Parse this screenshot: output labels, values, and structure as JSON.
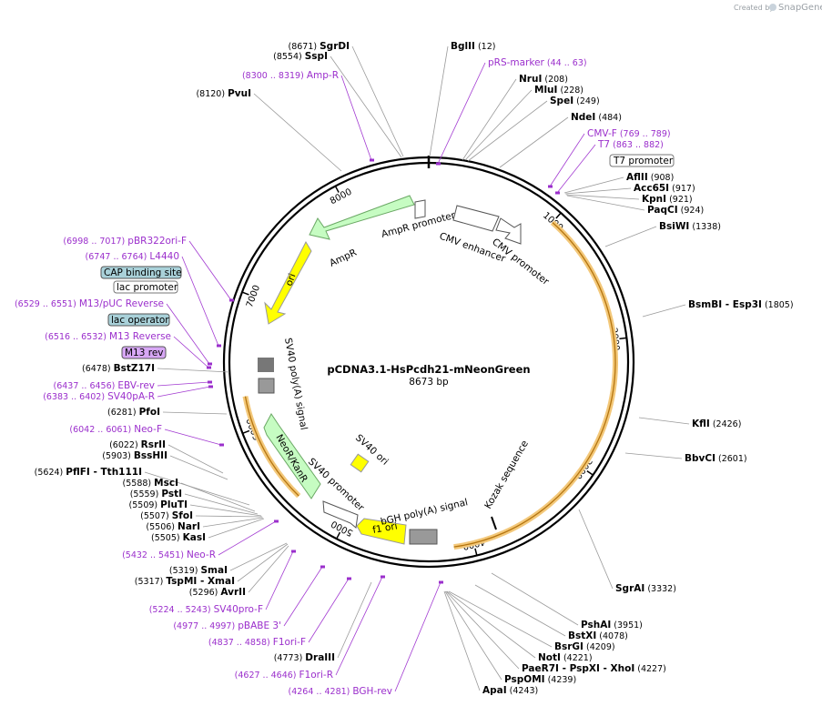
{
  "branding": {
    "created_by": "Created by",
    "product": "SnapGene"
  },
  "plasmid": {
    "name": "pCDNA3.1-HsPcdh21-mNeonGreen",
    "size_label": "8673 bp",
    "length": 8673
  },
  "ticks": [
    "1000",
    "2000",
    "3000",
    "4000",
    "5000",
    "6000",
    "7000",
    "8000"
  ],
  "enzymes": [
    {
      "name": "SgrDI",
      "pos": "(8671)"
    },
    {
      "name": "BglII",
      "pos": "(12)"
    },
    {
      "name": "SspI",
      "pos": "(8554)"
    },
    {
      "name": "PvuI",
      "pos": "(8120)"
    },
    {
      "name": "NruI",
      "pos": "(208)"
    },
    {
      "name": "MluI",
      "pos": "(228)"
    },
    {
      "name": "SpeI",
      "pos": "(249)"
    },
    {
      "name": "NdeI",
      "pos": "(484)"
    },
    {
      "name": "AflII",
      "pos": "(908)"
    },
    {
      "name": "Acc65I",
      "pos": "(917)"
    },
    {
      "name": "KpnI",
      "pos": "(921)"
    },
    {
      "name": "PaqCI",
      "pos": "(924)"
    },
    {
      "name": "BsiWI",
      "pos": "(1338)"
    },
    {
      "name": "BsmBI",
      "name2": "- Esp3I",
      "pos": "(1805)"
    },
    {
      "name": "KflI",
      "pos": "(2426)"
    },
    {
      "name": "BbvCI",
      "pos": "(2601)"
    },
    {
      "name": "SgrAI",
      "pos": "(3332)"
    },
    {
      "name": "PshAI",
      "pos": "(3951)"
    },
    {
      "name": "BstXI",
      "pos": "(4078)"
    },
    {
      "name": "BsrGI",
      "pos": "(4209)"
    },
    {
      "name": "NotI",
      "pos": "(4221)"
    },
    {
      "name": "PaeR7I",
      "name2": "- PspXI - XhoI",
      "pos": "(4227)"
    },
    {
      "name": "PspOMI",
      "pos": "(4239)"
    },
    {
      "name": "ApaI",
      "pos": "(4243)"
    },
    {
      "name": "DraIII",
      "pos": "(4773)"
    },
    {
      "name": "AvrII",
      "pos": "(5296)"
    },
    {
      "name": "TspMI",
      "name2": "- XmaI",
      "pos": "(5317)"
    },
    {
      "name": "SmaI",
      "pos": "(5319)"
    },
    {
      "name": "KasI",
      "pos": "(5505)"
    },
    {
      "name": "NarI",
      "pos": "(5506)"
    },
    {
      "name": "SfoI",
      "pos": "(5507)"
    },
    {
      "name": "PluTI",
      "pos": "(5509)"
    },
    {
      "name": "PstI",
      "pos": "(5559)"
    },
    {
      "name": "MscI",
      "pos": "(5588)"
    },
    {
      "name": "PflFI",
      "name2": "- Tth111I",
      "pos": "(5624)"
    },
    {
      "name": "BssHII",
      "pos": "(5903)"
    },
    {
      "name": "RsrII",
      "pos": "(6022)"
    },
    {
      "name": "PfoI",
      "pos": "(6281)"
    },
    {
      "name": "BstZ17I",
      "pos": "(6478)"
    }
  ],
  "primers": [
    {
      "name": "pRS-marker",
      "pos": "(44 .. 63)"
    },
    {
      "name": "Amp-R",
      "pos": "(8300 .. 8319)"
    },
    {
      "name": "CMV-F",
      "pos": "(769 .. 789)"
    },
    {
      "name": "T7",
      "pos": "(863 .. 882)"
    },
    {
      "name": "pBR322ori-F",
      "pos": "(6998 .. 7017)"
    },
    {
      "name": "L4440",
      "pos": "(6747 .. 6764)"
    },
    {
      "name": "M13/pUC Reverse",
      "pos": "(6529 .. 6551)"
    },
    {
      "name": "M13 Reverse",
      "pos": "(6516 .. 6532)"
    },
    {
      "name": "EBV-rev",
      "pos": "(6437 .. 6456)"
    },
    {
      "name": "SV40pA-R",
      "pos": "(6383 .. 6402)"
    },
    {
      "name": "Neo-F",
      "pos": "(6042 .. 6061)"
    },
    {
      "name": "Neo-R",
      "pos": "(5432 .. 5451)"
    },
    {
      "name": "SV40pro-F",
      "pos": "(5224 .. 5243)"
    },
    {
      "name": "pBABE 3'",
      "pos": "(4977 .. 4997)"
    },
    {
      "name": "F1ori-F",
      "pos": "(4837 .. 4858)"
    },
    {
      "name": "F1ori-R",
      "pos": "(4627 .. 4646)"
    },
    {
      "name": "BGH-rev",
      "pos": "(4264 .. 4281)"
    }
  ],
  "boxed_features": [
    {
      "name": "T7 promoter"
    },
    {
      "name": "CAP binding site"
    },
    {
      "name": "lac promoter"
    },
    {
      "name": "lac operator"
    },
    {
      "name": "M13 rev"
    }
  ],
  "features": [
    {
      "name": "AmpR promoter"
    },
    {
      "name": "AmpR"
    },
    {
      "name": "ori"
    },
    {
      "name": "CMV enhancer"
    },
    {
      "name": "CMV promoter"
    },
    {
      "name": "SV40 poly(A) signal"
    },
    {
      "name": "NeoR/KanR"
    },
    {
      "name": "SV40 promoter"
    },
    {
      "name": "SV40 ori"
    },
    {
      "name": "bGH poly(A) signal"
    },
    {
      "name": "f1 ori"
    },
    {
      "name": "Kozak sequence"
    }
  ],
  "colors": {
    "primer": "#9b2fcc",
    "amp": "#c6fcc2",
    "ori": "#ffff00",
    "cds_orange": "#f0a020",
    "polyA": "#999999",
    "cap": "#a9d1d9",
    "m13": "#d7a7f5"
  }
}
